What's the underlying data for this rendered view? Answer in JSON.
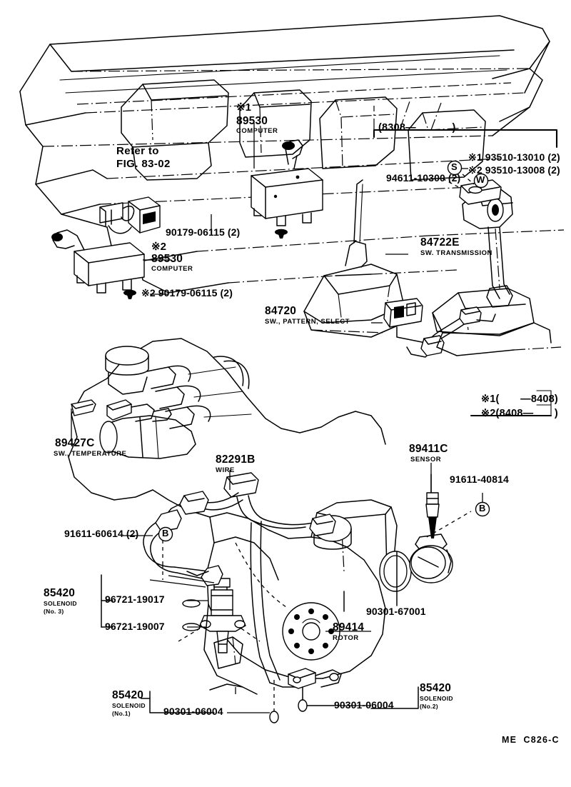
{
  "document": {
    "type": "automotive-parts-exploded-diagram",
    "footer_code": "ME  C826-C",
    "reference_note": "Refer to\nFIG. 83-02"
  },
  "markers": {
    "note1": "※1",
    "note2": "※2",
    "legend": [
      {
        "mark": "※1",
        "range": "(       —8408)"
      },
      {
        "mark": "※2",
        "range": "(8408—       )"
      }
    ],
    "date_range_top": "(8308—            )"
  },
  "labels": {
    "computer_1": {
      "mark": "※1",
      "part": "89530",
      "desc": "COMPUTER"
    },
    "computer_2": {
      "mark": "※2",
      "part": "89530",
      "desc": "COMPUTER"
    },
    "screw_dash": "90179-06115 (2)",
    "screw_dash_2": "※2 90179-06115 (2)",
    "bolt_93510_1": "※1 93510-13010 (2)",
    "bolt_93510_2": "※2 93510-13008 (2)",
    "washer_94611": "94611-10300 (2)",
    "sw_transmission": {
      "part": "84722E",
      "desc": "SW. TRANSMISSION"
    },
    "sw_pattern_select": {
      "part": "84720",
      "desc": "SW., PATTERN, SELECT"
    },
    "sw_temperature": {
      "part": "89427C",
      "desc": "SW., TEMPERATURE"
    },
    "wire": {
      "part": "82291B",
      "desc": "WIRE"
    },
    "sensor": {
      "part": "89411C",
      "desc": "SENSOR"
    },
    "bolt_91611_40814": "91611-40814",
    "bolt_91611_60614": "91611-60614 (2)",
    "solenoid_3": {
      "part": "85420",
      "desc": "SOLENOID",
      "suffix": "(No. 3)"
    },
    "solenoid_1": {
      "part": "85420",
      "desc": "SOLENOID",
      "suffix": "(No.1)"
    },
    "solenoid_2": {
      "part": "85420",
      "desc": "SOLENOID",
      "suffix": "(No.2)"
    },
    "oring_96721_19017": "96721-19017",
    "oring_96721_19007": "96721-19007",
    "oring_90301_67001": "90301-67001",
    "oring_90301_06004_a": "90301-06004",
    "oring_90301_06004_b": "90301-06004",
    "rotor": {
      "part": "89414",
      "desc": "ROTOR"
    }
  },
  "callout_letters": {
    "s": "S",
    "w": "W",
    "b1": "B",
    "b2": "B"
  }
}
